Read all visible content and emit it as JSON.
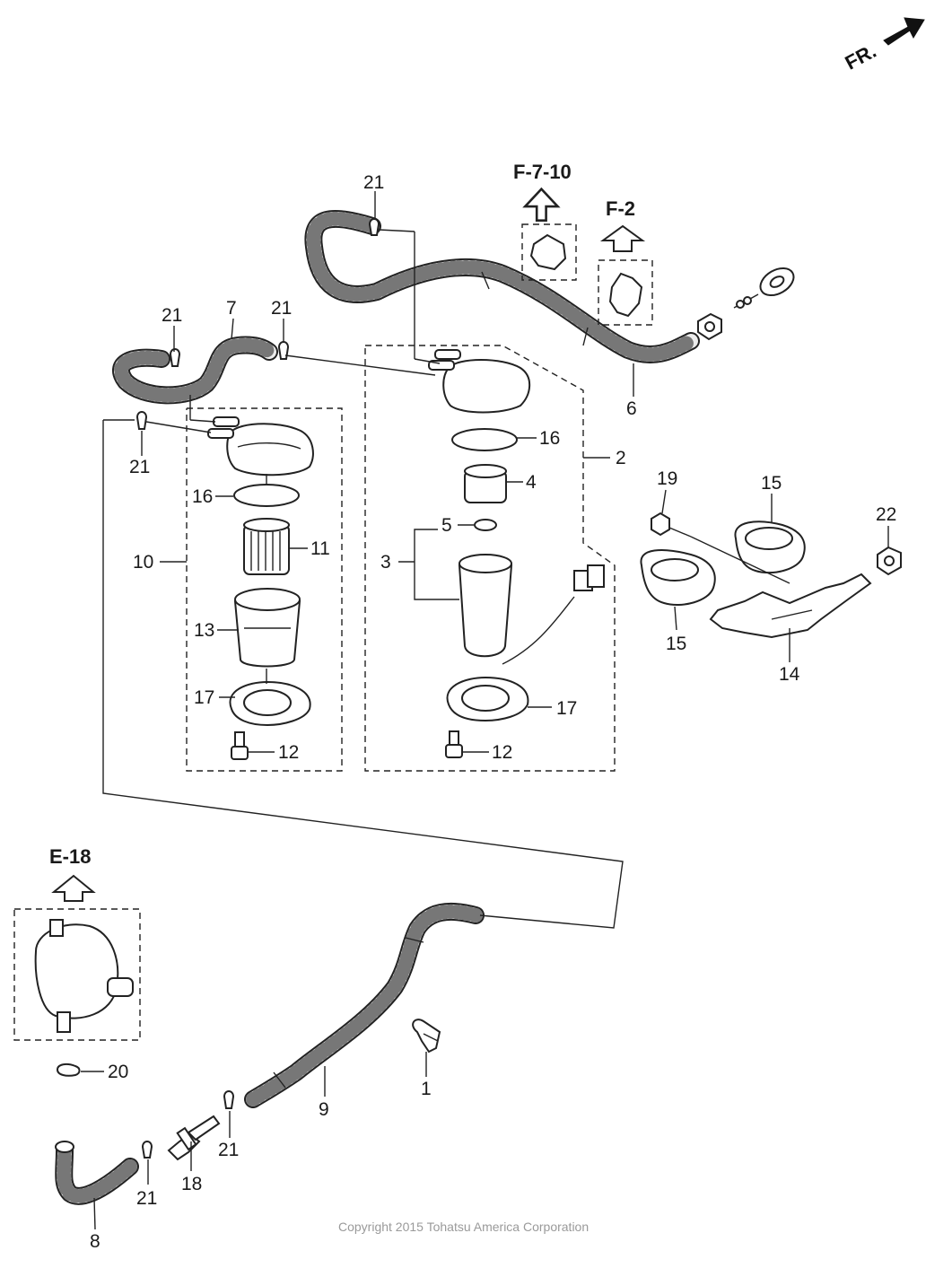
{
  "orientation": {
    "label": "FR."
  },
  "references": {
    "f_7_10": "F-7-10",
    "f_2": "F-2",
    "e_18": "E-18"
  },
  "callouts": {
    "c1": "1",
    "c2": "2",
    "c3": "3",
    "c4": "4",
    "c5": "5",
    "c6": "6",
    "c7": "7",
    "c8": "8",
    "c9": "9",
    "c10": "10",
    "c11": "11",
    "c12a": "12",
    "c12b": "12",
    "c13": "13",
    "c14": "14",
    "c15a": "15",
    "c15b": "15",
    "c16a": "16",
    "c16b": "16",
    "c17a": "17",
    "c17b": "17",
    "c18": "18",
    "c19": "19",
    "c20": "20",
    "c21a": "21",
    "c21b": "21",
    "c21c": "21",
    "c21d": "21",
    "c21e": "21",
    "c21f": "21",
    "c22": "22"
  },
  "footer": {
    "copyright": "Copyright 2015 Tohatsu America Corporation"
  }
}
